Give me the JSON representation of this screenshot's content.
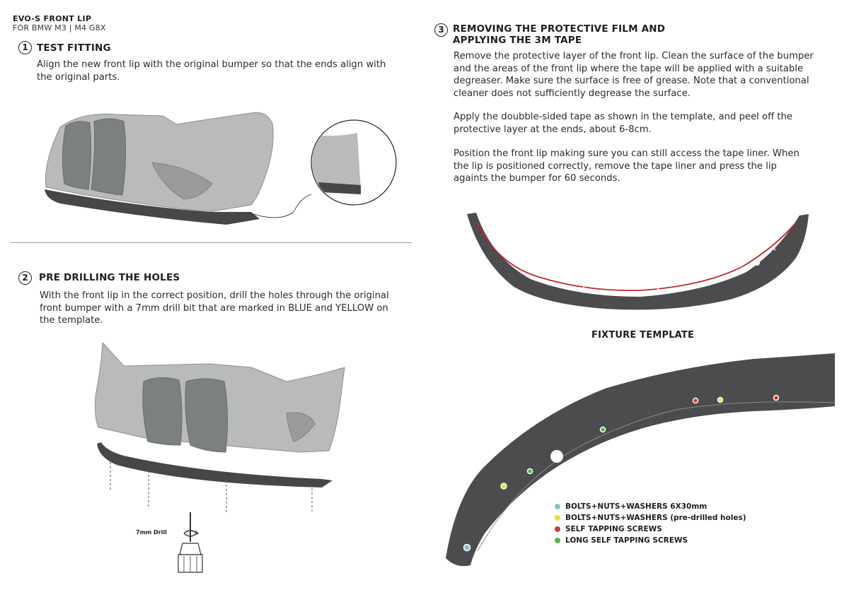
{
  "header": {
    "title": "EVO-S FRONT LIP",
    "subtitle": "FOR BMW M3 | M4 G8X"
  },
  "steps": [
    {
      "number": "1",
      "title": "TEST FITTING",
      "text": "Align the new front lip with the original bumper so that the ends align with\nthe original parts."
    },
    {
      "number": "2",
      "title": "PRE DRILLING THE HOLES",
      "text": "With the front lip in the correct position, drill the holes through the original\nfront bumper with a 7mm drill bit that are marked in BLUE and YELLOW on\nthe template."
    },
    {
      "number": "3",
      "title_line1": "REMOVING THE PROTECTIVE FILM AND",
      "title_line2": "APPLYING THE 3M TAPE",
      "paragraphs": [
        "Remove the protective layer of the front lip. Clean the surface of the bumper\nand the areas of the front lip where the tape will be applied  with a suitable\ndegreaser. Make sure the surface is free of grease. Note that a conventional\ncleaner does not sufficiently degrease the surface.",
        "Apply the doubble-sided tape as shown in the template, and peel off the\nprotective layer at the ends, about 6-8cm.",
        "Position the front lip making sure you can still access the tape liner. When\nthe lip is positioned correctly, remove the tape liner and press the lip\nagaints the bumper for 60 seconds."
      ]
    }
  ],
  "drill": {
    "label": "7mm Drill"
  },
  "template": {
    "title": "FIXTURE TEMPLATE",
    "legend": [
      {
        "label": "BOLTS+NUTS+WASHERS 6X30mm",
        "color": "#7ec8cc"
      },
      {
        "label": "BOLTS+NUTS+WASHERS (pre-drilled holes)",
        "color": "#e6e032"
      },
      {
        "label": "SELF TAPPING SCREWS",
        "color": "#d23a32"
      },
      {
        "label": "LONG SELF TAPPING SCREWS",
        "color": "#5db04a"
      }
    ]
  },
  "colors": {
    "bumper": "#b9bbbb",
    "lip": "#4a4a4c",
    "tape": "#c0262c"
  }
}
